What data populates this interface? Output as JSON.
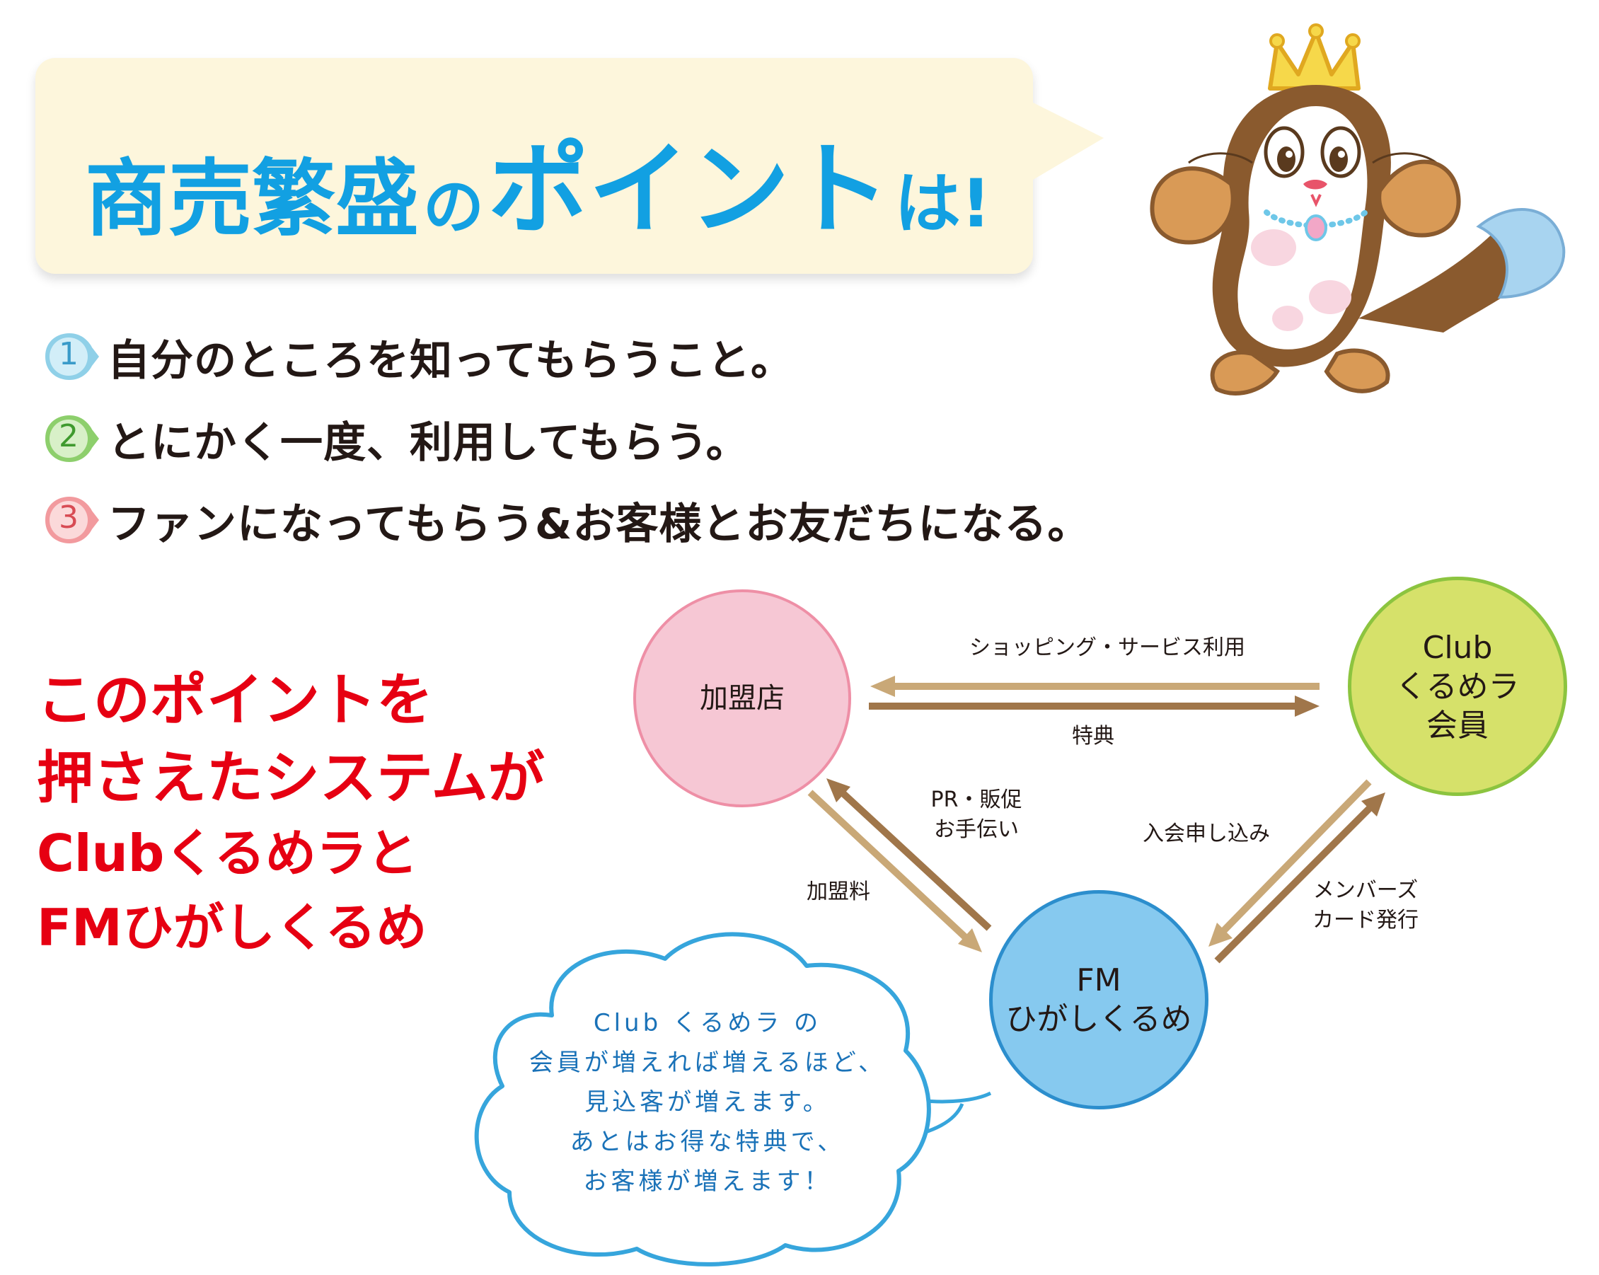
{
  "headline": {
    "part1": "商売繁盛",
    "part2": "の",
    "part3": "ポイント",
    "part4": "は!"
  },
  "points": [
    {
      "number": "1",
      "text": "自分のところを知ってもらうこと。",
      "color": "#8fd0e8"
    },
    {
      "number": "2",
      "text": "とにかく一度、利用してもらう。",
      "color": "#8dcf6c"
    },
    {
      "number": "3",
      "text": "ファンになってもらう&お客様とお友だちになる。",
      "color": "#f29a9e"
    }
  ],
  "tagline": {
    "line1": "このポイントを",
    "line2": "押さえたシステムが",
    "line3": "Clubくるめラと",
    "line4": "FMひがしくるめ"
  },
  "diagram": {
    "nodes": {
      "member_store": {
        "label": "加盟店",
        "color": "#f6c7d4",
        "ring": "#ee8fa6"
      },
      "club": {
        "line1": "Club",
        "line2": "くるめラ",
        "line3": "会員",
        "color": "#d6e16a",
        "ring": "#8cc43f"
      },
      "fm": {
        "line1": "FM",
        "line2": "ひがしくるめ",
        "color": "#86c9ef",
        "ring": "#2c8ecd"
      }
    },
    "labels": {
      "shopping": "ショッピング・サービス利用",
      "benefit": "特典",
      "pr_line1": "PR・販促",
      "pr_line2": "お手伝い",
      "fee": "加盟料",
      "apply": "入会申し込み",
      "card_line1": "メンバーズ",
      "card_line2": "カード発行"
    },
    "arrow_colors": {
      "dark": "#a0764a",
      "light": "#c9a877"
    }
  },
  "bubble": {
    "line1": "Club くるめラ の",
    "line2": "会員が増えれば増えるほど、",
    "line3": "見込客が増えます。",
    "line4": "あとはお得な特典で、",
    "line5": "お客様が増えます！",
    "color": "#36a5dc"
  }
}
